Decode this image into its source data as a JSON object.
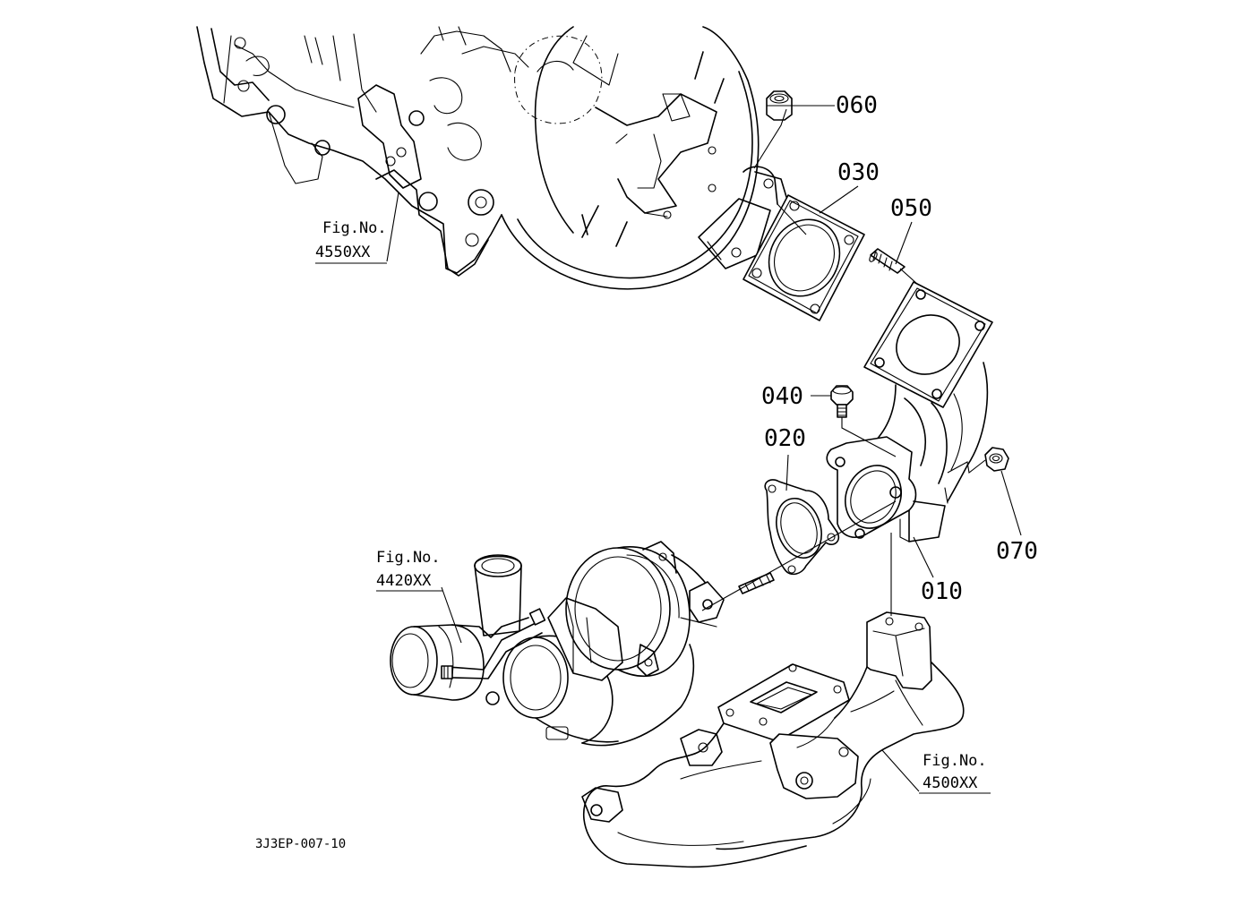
{
  "parts": {
    "p010": "010",
    "p020": "020",
    "p030": "030",
    "p040": "040",
    "p050": "050",
    "p060": "060",
    "p070": "070"
  },
  "figure_refs": {
    "fig4550": {
      "line1": "Fig.No.",
      "line2": "4550XX"
    },
    "fig4420": {
      "line1": "Fig.No.",
      "line2": "4420XX"
    },
    "fig4500": {
      "line1": "Fig.No.",
      "line2": "4500XX"
    }
  },
  "drawing_id": "3J3EP-007-10"
}
